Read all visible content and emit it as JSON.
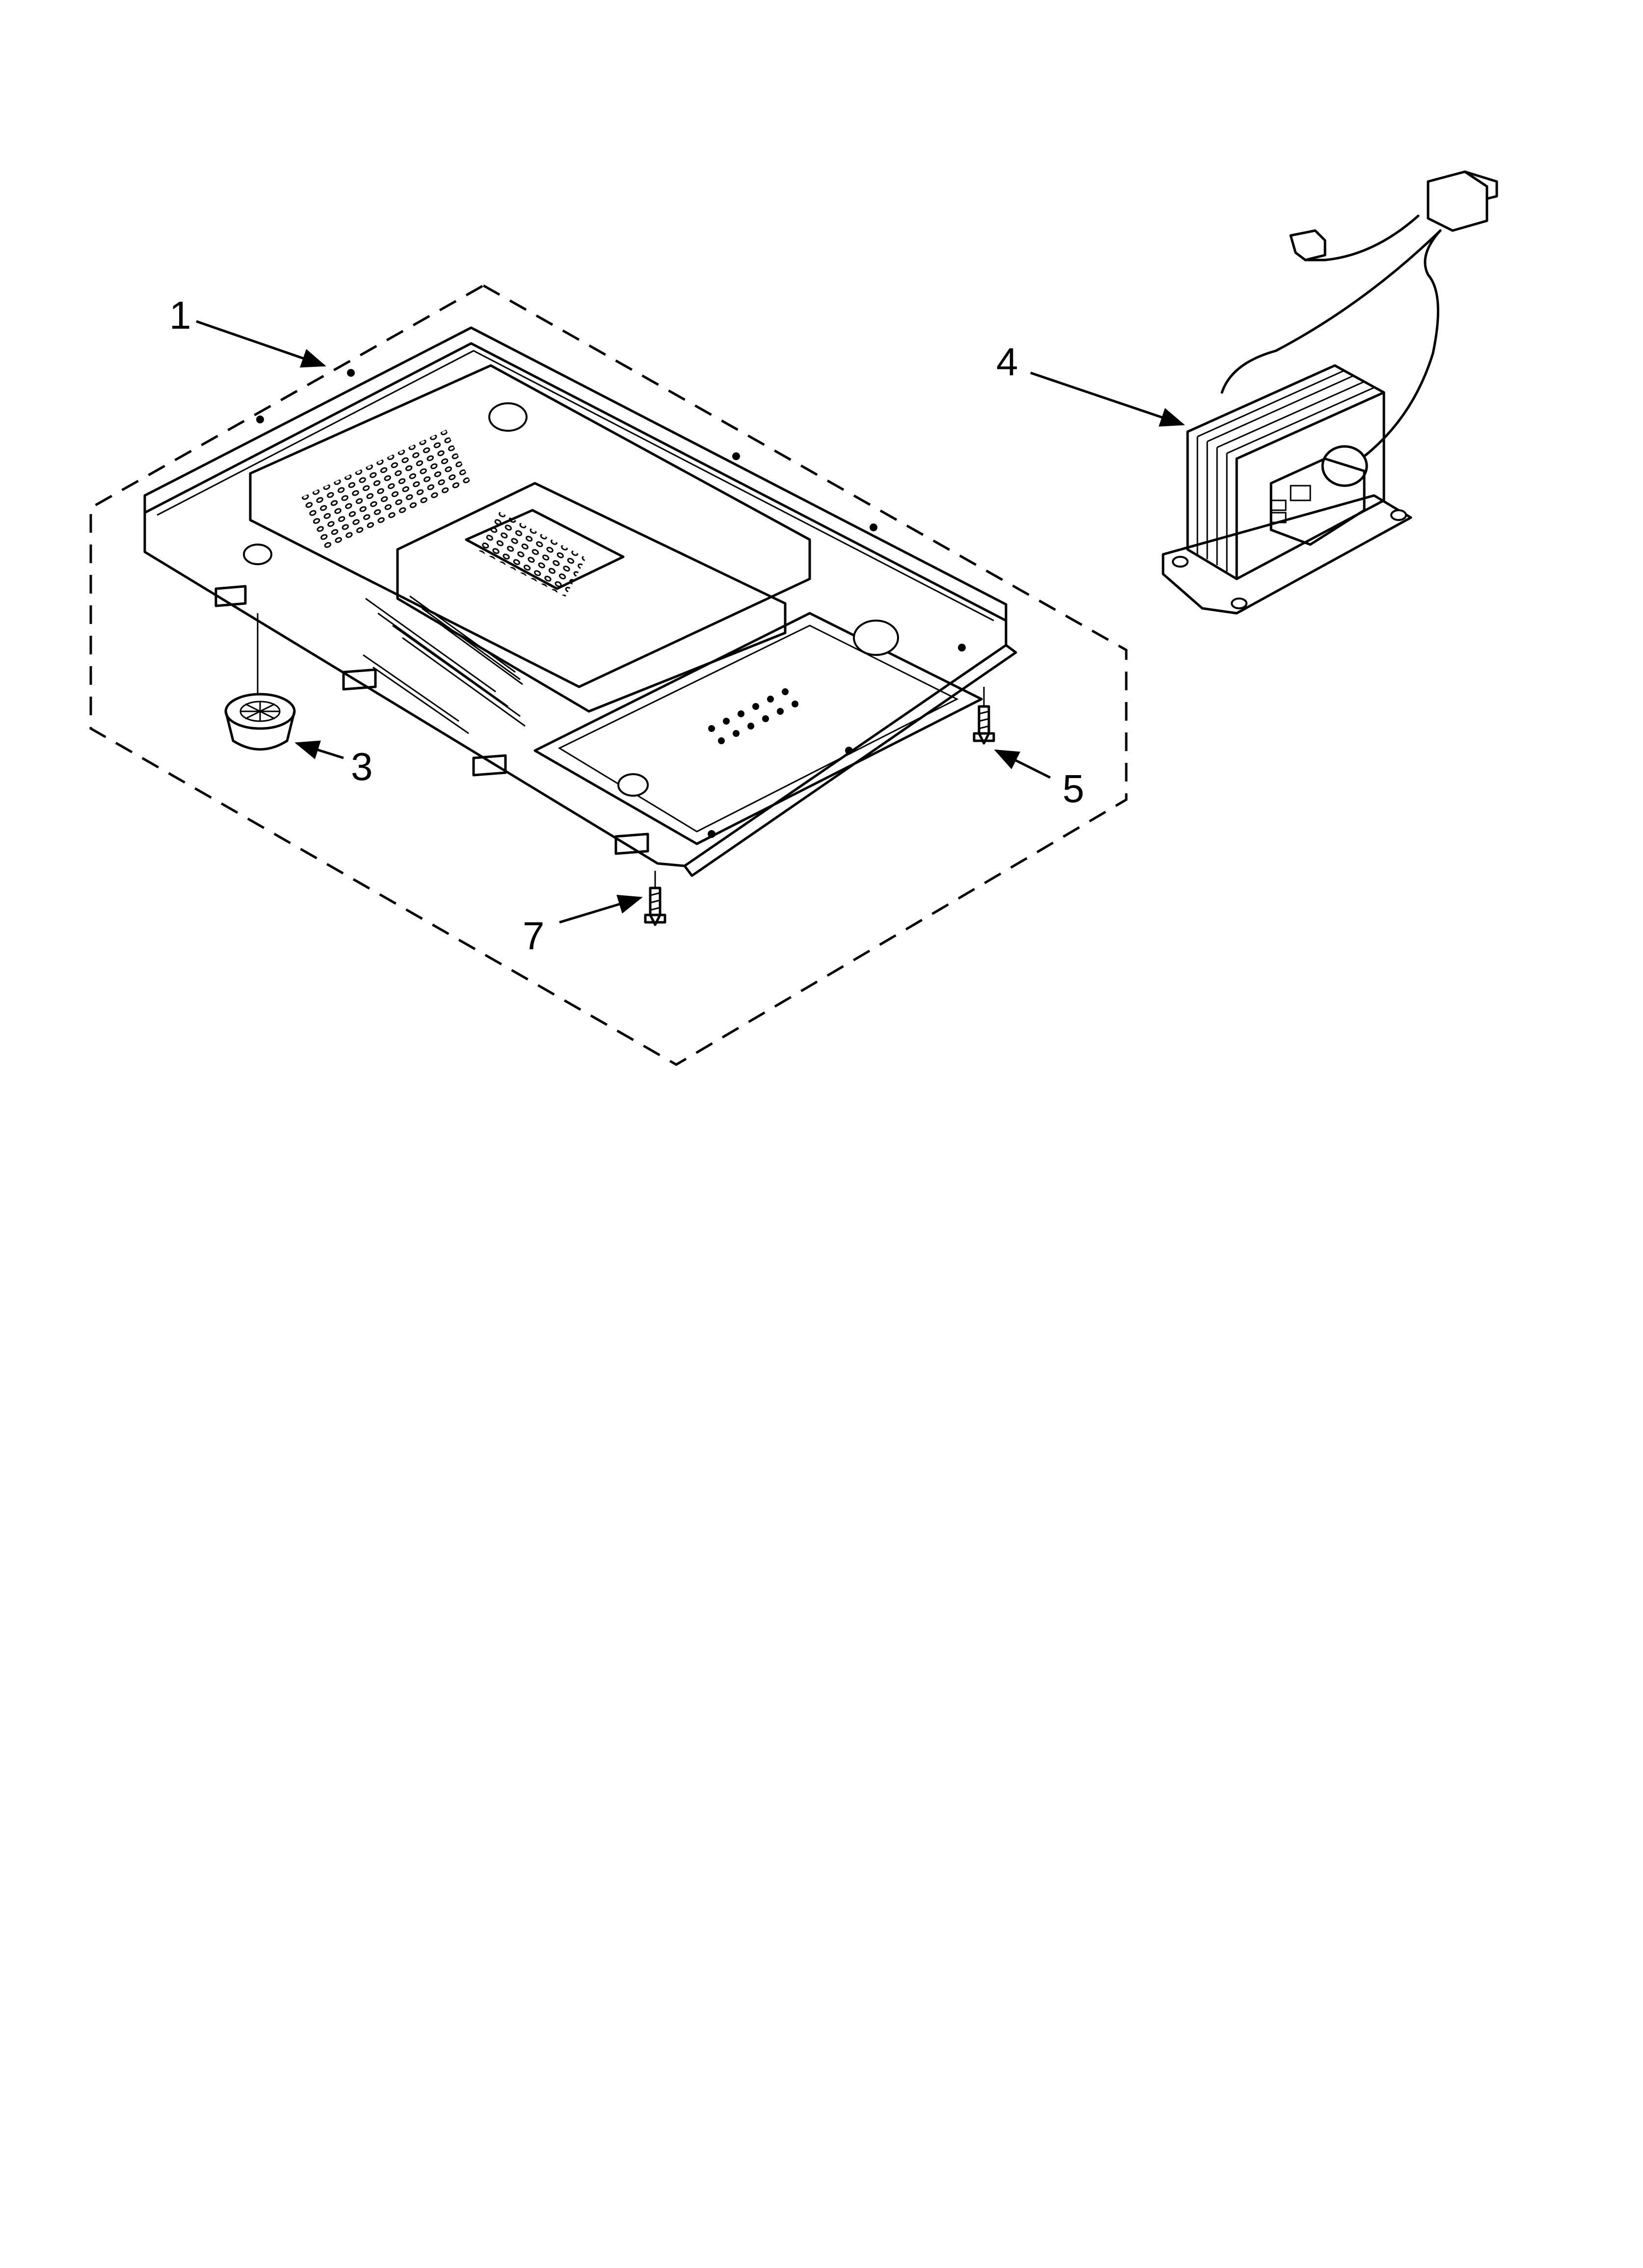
{
  "diagram": {
    "callouts": [
      {
        "id": "1",
        "label": "1",
        "part": "base-plate"
      },
      {
        "id": "3",
        "label": "3",
        "part": "foot"
      },
      {
        "id": "4",
        "label": "4",
        "part": "transformer"
      },
      {
        "id": "5",
        "label": "5",
        "part": "screw"
      },
      {
        "id": "7",
        "label": "7",
        "part": "screw"
      }
    ],
    "line_color": "#000000",
    "background_color": "#ffffff"
  }
}
